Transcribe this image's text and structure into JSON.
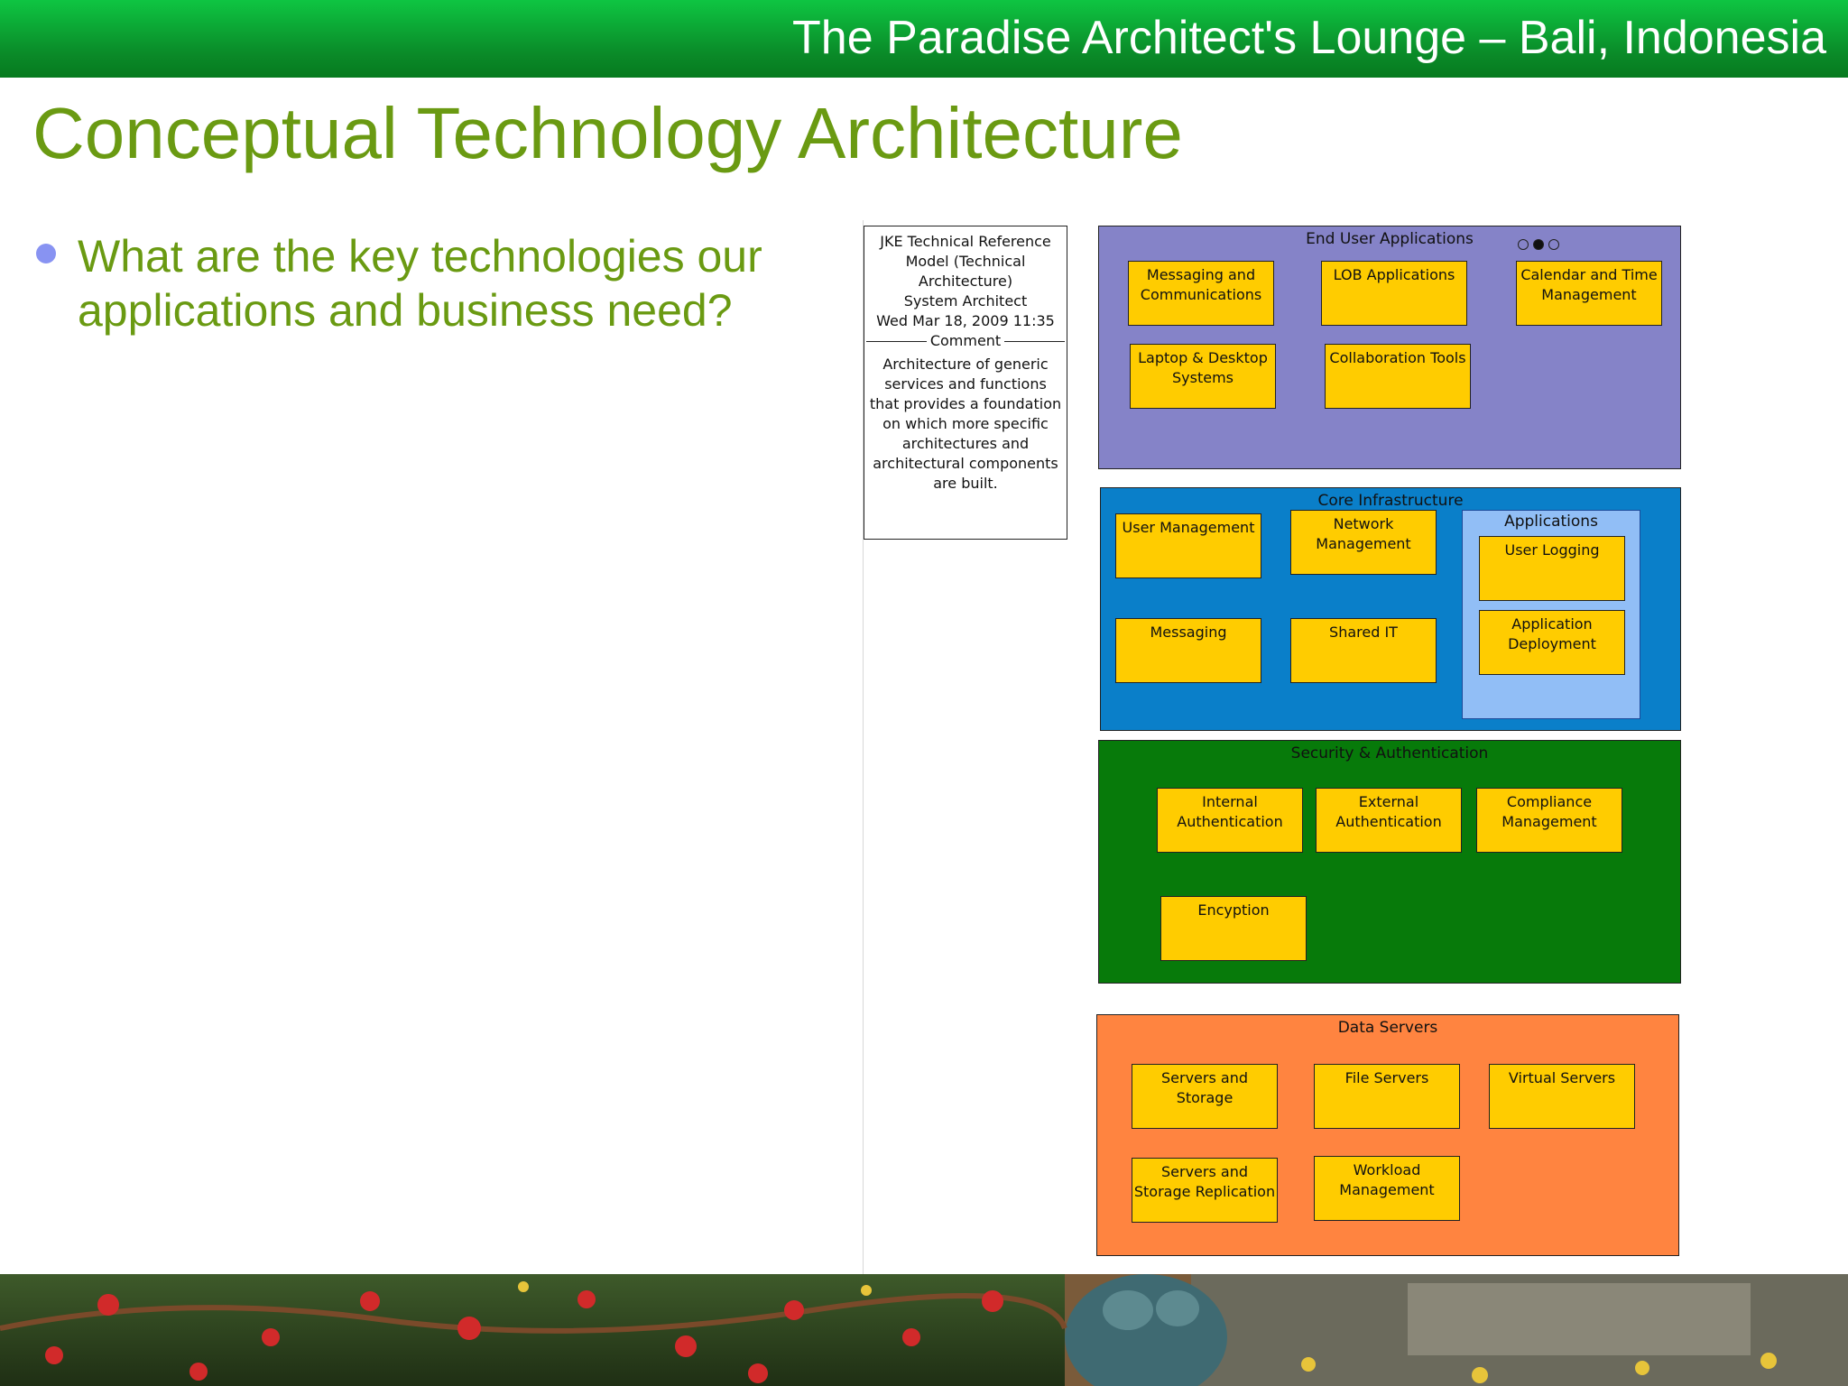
{
  "header": {
    "venue": "The Paradise Architect's Lounge – Bali, Indonesia"
  },
  "slide": {
    "title": "Conceptual Technology Architecture",
    "bullets": [
      "What are the key technologies our applications and business need?"
    ]
  },
  "diagram": {
    "note": {
      "title_lines": [
        "JKE Technical Reference",
        "Model (Technical",
        "Architecture)",
        "System Architect",
        "Wed Mar 18, 2009  11:35"
      ],
      "section": "Comment",
      "body": "Architecture of generic services and functions that provides a foundation on which more specific architectures and architectural components are built."
    },
    "groups": {
      "end_user": {
        "title": "End User Applications",
        "color": "#8583c8",
        "items": [
          "Messaging and Communications",
          "LOB Applications",
          "Calendar and Time Management",
          "Laptop & Desktop Systems",
          "Collaboration Tools"
        ]
      },
      "core": {
        "title": "Core Infrastructure",
        "color": "#0a7fc9",
        "items": [
          "User Management",
          "Network Management",
          "Messaging",
          "Shared IT"
        ],
        "subgroup": {
          "title": "Applications",
          "items": [
            "User Logging",
            "Application Deployment"
          ]
        }
      },
      "security": {
        "title": "Security & Authentication",
        "color": "#077a0a",
        "items": [
          "Internal Authentication",
          "External Authentication",
          "Compliance Management",
          "Encyption"
        ]
      },
      "data": {
        "title": "Data Servers",
        "color": "#ff8440",
        "items": [
          "Servers and Storage",
          "File Servers",
          "Virtual Servers",
          "Servers and Storage Replication",
          "Workload Management"
        ]
      }
    },
    "box_color": "#ffcc00"
  }
}
